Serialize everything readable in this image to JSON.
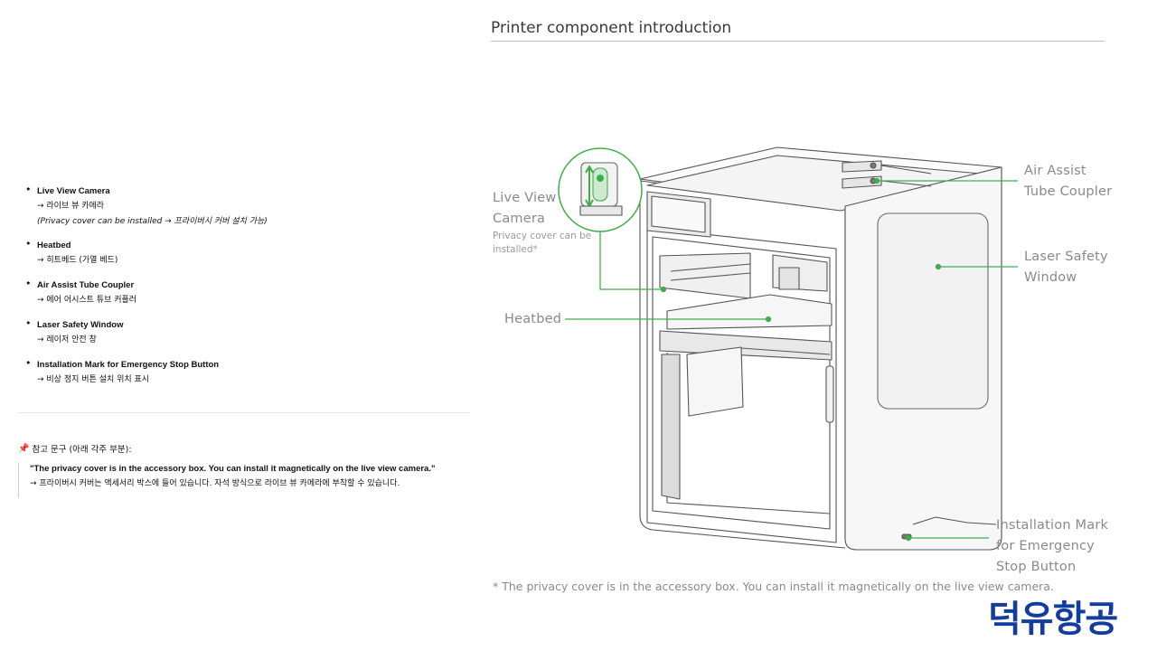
{
  "components": [
    {
      "title": "Live View Camera",
      "sub": "→ 라이브 뷰 카메라",
      "note": "(Privacy cover can be installed → 프라이버시 커버 설치 가능)"
    },
    {
      "title": "Heatbed",
      "sub": "→ 히트베드 (가열 베드)"
    },
    {
      "title": "Air Assist Tube Coupler",
      "sub": "→ 에어 어시스트 튜브 커플러"
    },
    {
      "title": "Laser Safety Window",
      "sub": "→ 레이저 안전 창"
    },
    {
      "title": "Installation Mark for Emergency Stop Button",
      "sub": "→ 비상 정지 버튼 설치 위치 표시"
    }
  ],
  "reference": {
    "heading": "참고 문구 (아래 각주 부분):",
    "quote_en": "\"The privacy cover is in the accessory box. You can install it magnetically on the live view camera.\"",
    "quote_ko": "→ 프라이버시 커버는 액세서리 박스에 들어 있습니다. 자석 방식으로 라이브 뷰 카메라에 부착할 수 있습니다."
  },
  "figure": {
    "title": "Printer component introduction",
    "labels": {
      "camera_line1": "Live View",
      "camera_line2": "Camera",
      "privacy_line1": "Privacy cover can be",
      "privacy_line2": "installed*",
      "heatbed": "Heatbed",
      "air_line1": "Air Assist",
      "air_line2": "Tube Coupler",
      "laser_line1": "Laser Safety",
      "laser_line2": "Window",
      "estop_line1": "Installation Mark",
      "estop_line2": "for Emergency",
      "estop_line3": "Stop Button"
    },
    "footnote": "* The privacy cover is in the accessory box. You can install it magnetically on the live view camera.",
    "accent_color": "#3fae49"
  },
  "watermark": "덕유항공"
}
